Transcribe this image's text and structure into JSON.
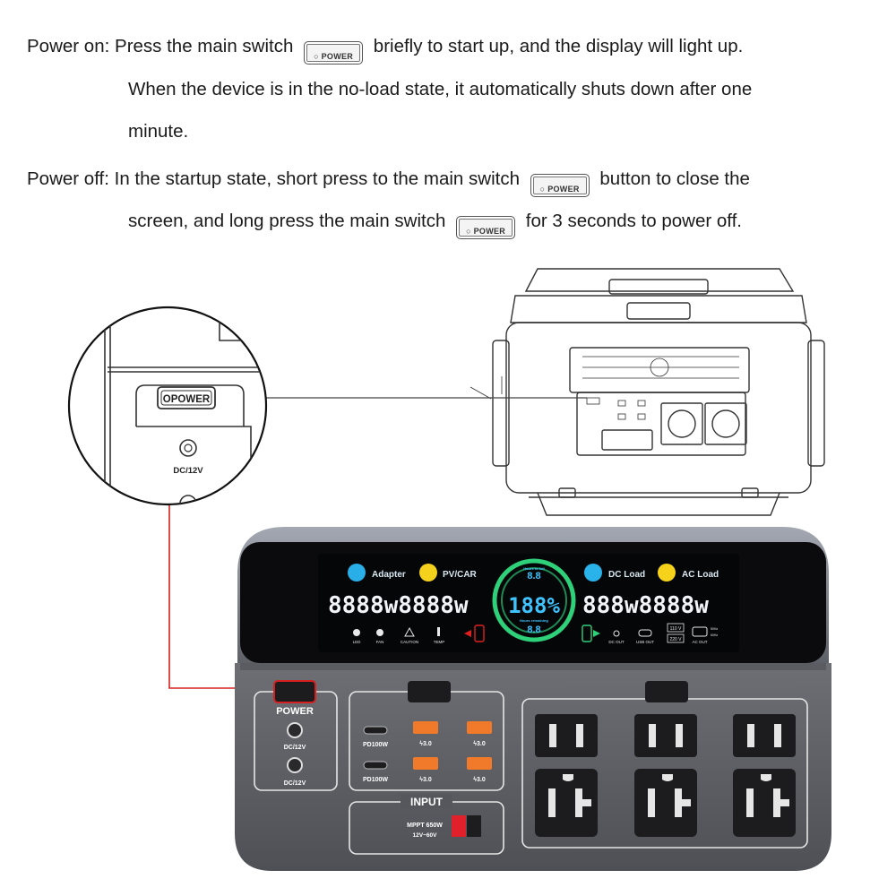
{
  "instructions": {
    "power_on_label": "Power on:",
    "power_on_line1_a": "Press the main switch",
    "power_on_line1_b": "briefly to start up, and the display will light up.",
    "power_on_line2": "When the device is in the no-load state, it automatically shuts down after one",
    "power_on_line3": "minute.",
    "power_off_label": "Power off:",
    "power_off_line1_a": "In the startup state, short press to the main switch",
    "power_off_line1_b": "button to close the",
    "power_off_line2_a": "screen, and long press the main switch",
    "power_off_line2_b": "for 3 seconds to power off.",
    "button_icon_text": "○ POWER"
  },
  "zoom": {
    "power_label": "OPOWER",
    "port_label": "DC/12V"
  },
  "display": {
    "adapter": "Adapter",
    "pv_car": "PV/CAR",
    "dc_load": "DC Load",
    "ac_load": "AC Load",
    "left_digits": "8888w8888w",
    "center_percent": "188%",
    "right_digits": "888w8888w",
    "hours_to_full_value": "8.8",
    "hours_remaining_value": "8.8",
    "hours_to_full_label": "Hours to full",
    "hours_remaining_label": "Hours remaining",
    "icon_led": "LED",
    "icon_fan": "FAN",
    "icon_caution": "CAUTION",
    "icon_temp": "TEMP",
    "icon_dc_out": "DC OUT",
    "icon_usb_out": "USB OUT",
    "icon_ac_out": "AC OUT",
    "volt_110": "110 V",
    "volt_220": "220 V",
    "hz_50": "50Hz",
    "hz_60": "60Hz"
  },
  "panel": {
    "power_label": "POWER",
    "dc_port_1": "DC/12V",
    "dc_port_2": "DC/12V",
    "pd_1": "PD100W",
    "pd_2": "PD100W",
    "qc_1": "ϟ3.0",
    "qc_2": "ϟ3.0",
    "qc_3": "ϟ3.0",
    "qc_4": "ϟ3.0",
    "input_title": "INPUT",
    "mppt_line1": "MPPT 650W",
    "mppt_line2": "12V~60V"
  },
  "colors": {
    "highlight_red": "#d62020",
    "lcd_blue": "#3ec3ff",
    "lcd_green": "#2fd07a",
    "adapter_icon": "#29aee8",
    "pv_icon": "#f4d11c",
    "dc_load_icon": "#2ab3ea",
    "ac_load_icon": "#f7d21a",
    "usb_orange": "#f07a2a",
    "anderson_red": "#e0202a"
  }
}
